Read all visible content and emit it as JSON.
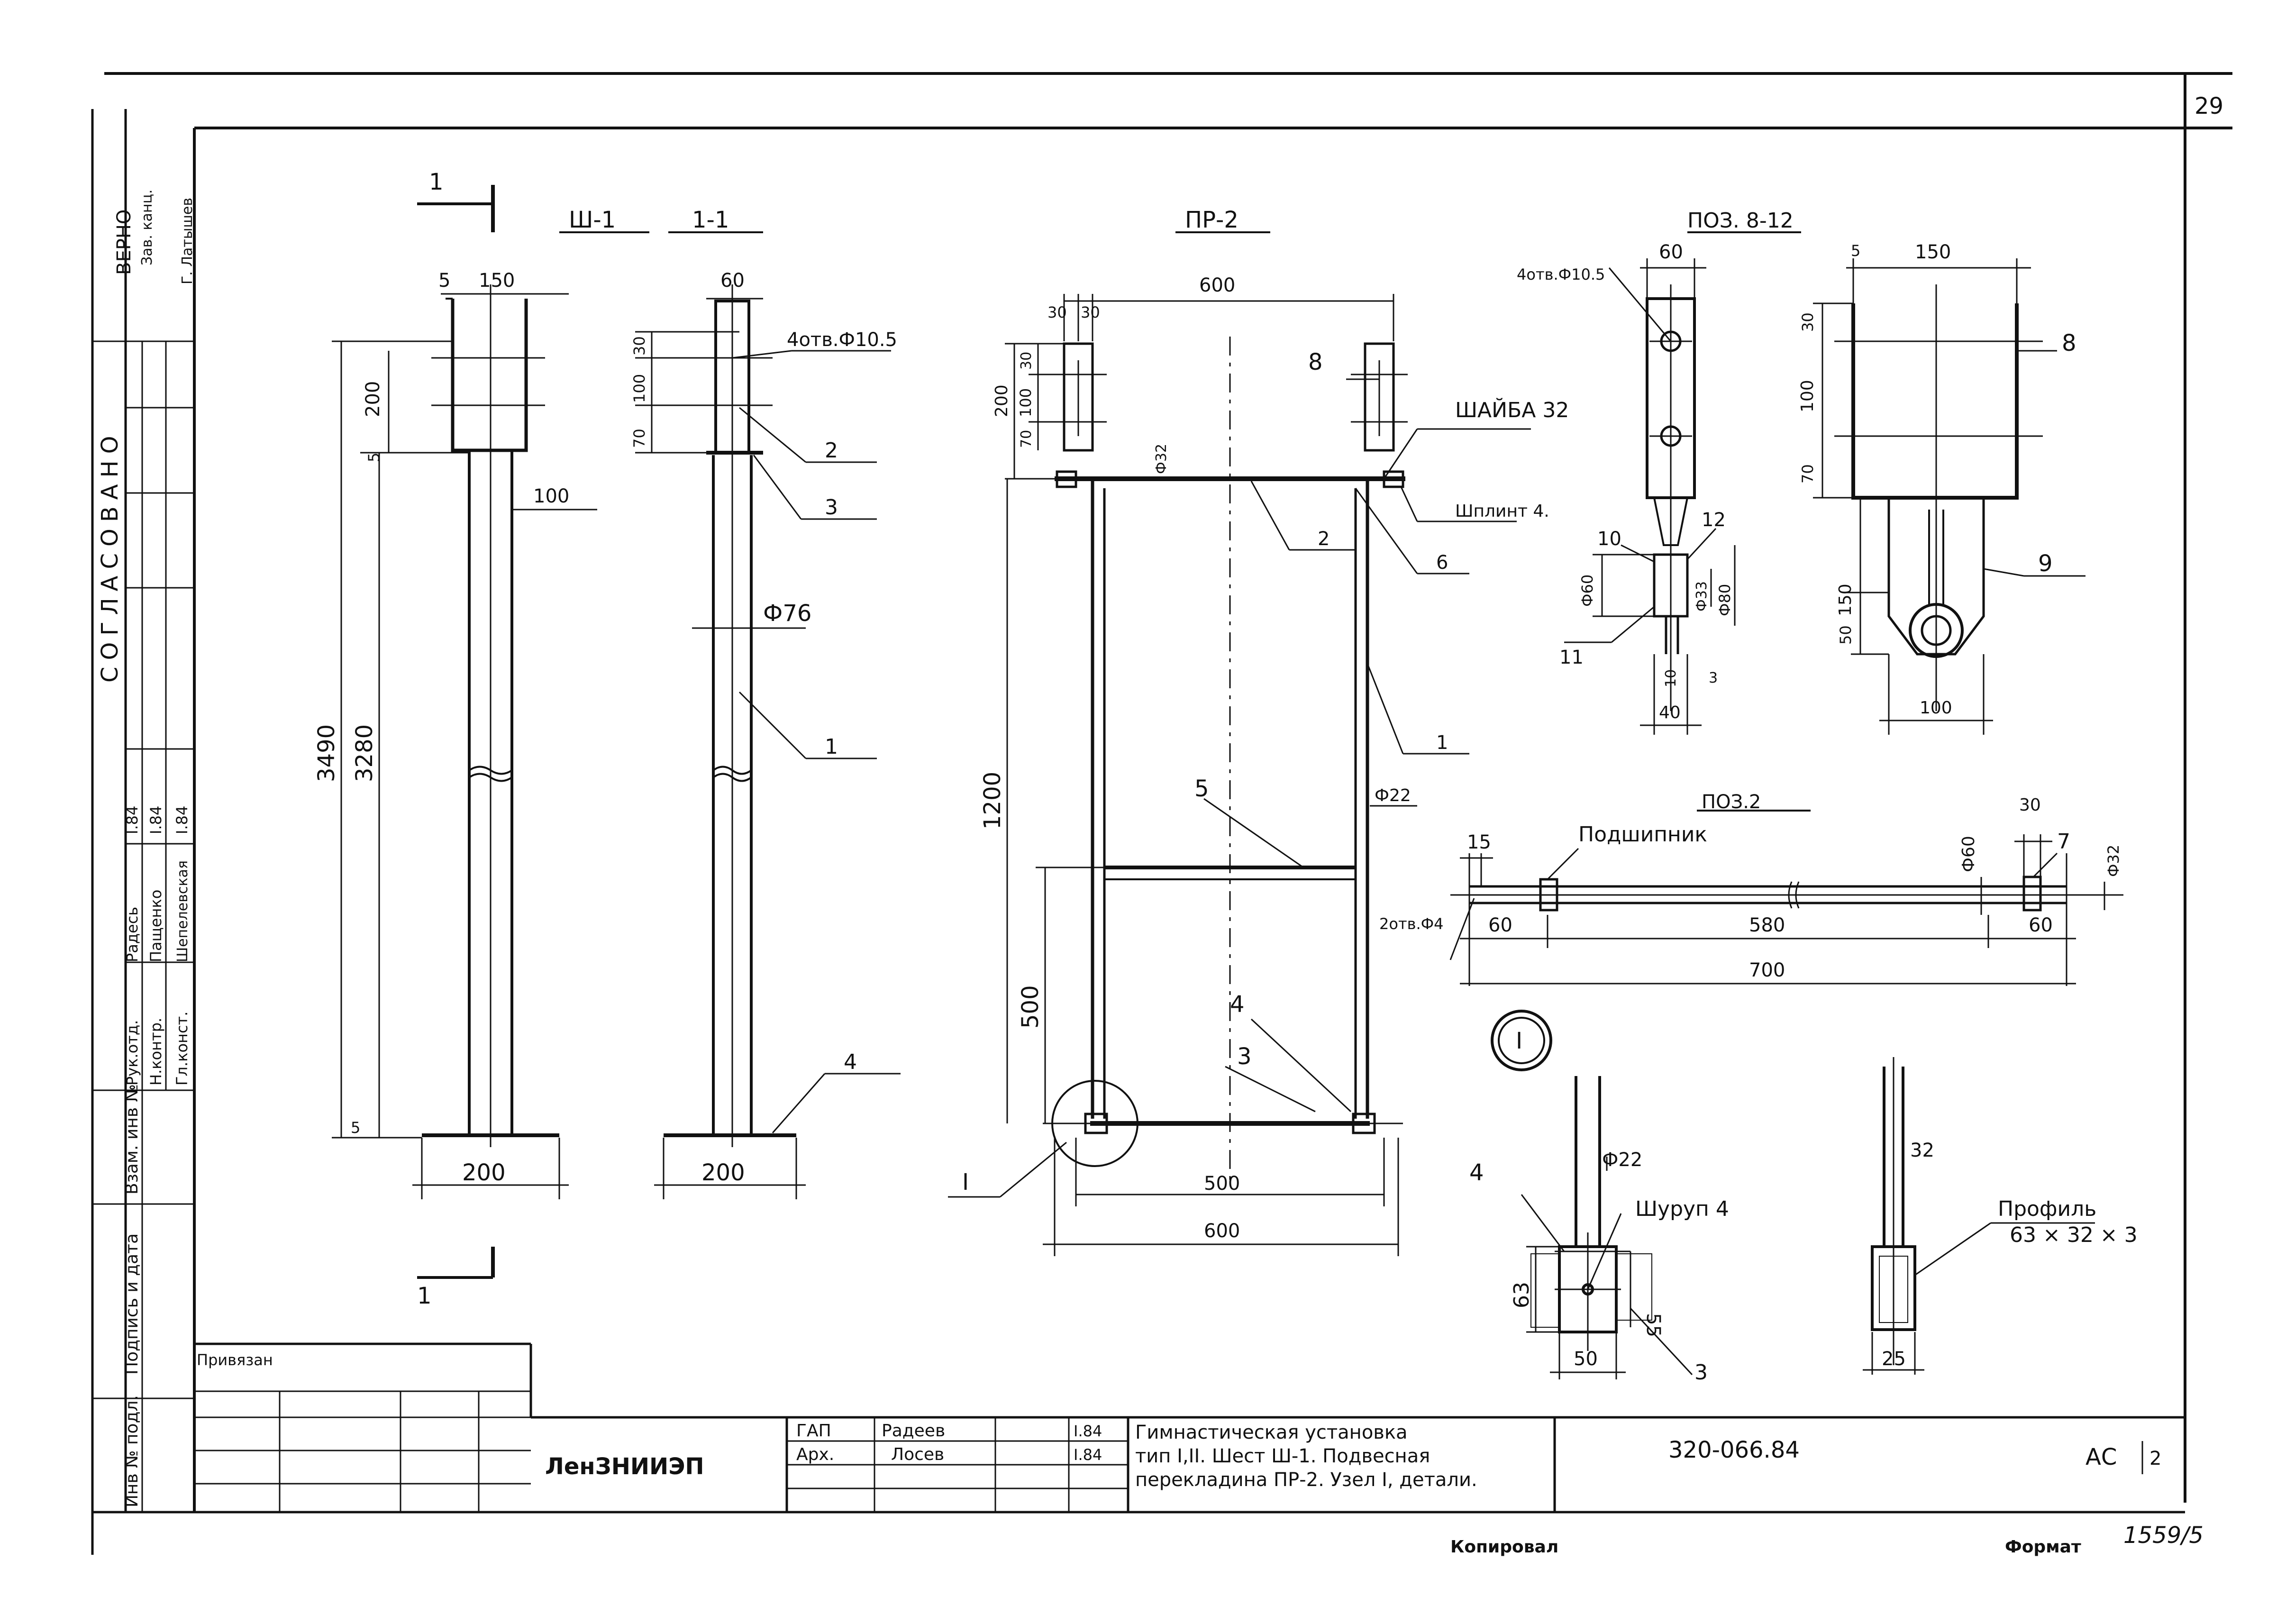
{
  "sheet": {
    "page_number": "29",
    "verification": [
      "ВЕРНО",
      "Зав. канц.",
      "Г. Латышев"
    ],
    "approval": "СОГЛАСОВАНО",
    "left_columns": [
      "Инв № подл.",
      "Подпись и дата",
      "Взам. инв №"
    ],
    "signatures": [
      {
        "role": "Рук.отд.",
        "name": "Радесь",
        "date": "I.84"
      },
      {
        "role": "Н.контр.",
        "name": "Пащенко",
        "date": "I.84"
      },
      {
        "role": "Гл.конст.",
        "name": "Шепелевская",
        "date": "I.84"
      }
    ]
  },
  "views": {
    "sh1": {
      "title": "Ш-1",
      "cut_label": "1",
      "dims": {
        "w150": "150",
        "s5a": "5",
        "h200": "200",
        "s5b": "5",
        "h3490": "3490",
        "h3280": "3280",
        "d100": "100",
        "s5c": "5",
        "w200": "200"
      }
    },
    "sec11": {
      "title": "1-1",
      "dims": {
        "w60": "60",
        "holes": "4отв.Ф10.5",
        "d30": "30",
        "d100": "100",
        "d70": "70",
        "phi76": "Ф76",
        "w200": "200"
      },
      "markers": [
        "2",
        "3",
        "1",
        "4"
      ]
    },
    "pr2": {
      "title": "ПР-2",
      "dims": {
        "w600": "600",
        "d30a": "30",
        "d30b": "30",
        "h200": "200",
        "h100": "100",
        "d30c": "30",
        "d70": "70",
        "phi32": "Ф32",
        "h1200": "1200",
        "h500": "500",
        "w500": "500",
        "w600b": "600",
        "phi22": "Ф22"
      },
      "markers": [
        "8",
        "2",
        "6",
        "1",
        "5",
        "4",
        "3"
      ],
      "notes": [
        "ШАЙБА 32",
        "Шплинт 4."
      ],
      "node": "I"
    },
    "poz8": {
      "title": "ПОЗ. 8-12",
      "dims": {
        "holes": "4отв.Ф10.5",
        "w60": "60",
        "w150": "150",
        "s5": "5",
        "d30": "30",
        "d100": "100",
        "d70": "70",
        "d150": "150",
        "d50": "50",
        "w100": "100",
        "w40": "40",
        "d3": "3",
        "d10": "10",
        "phi60": "Ф60",
        "phi33": "Ф33",
        "phi80": "Ф80"
      },
      "markers": [
        "8",
        "9",
        "10",
        "11",
        "12"
      ]
    },
    "poz2": {
      "title": "ПОЗ.2",
      "dims": {
        "d15": "15",
        "bearing": "Подшипник",
        "d30": "30",
        "phi60": "Ф60",
        "phi32": "Ф32",
        "holes": "2отв.Ф4",
        "d60a": "60",
        "d580": "580",
        "d60b": "60",
        "d700": "700"
      },
      "markers": [
        "7"
      ]
    },
    "node1": {
      "title": "I",
      "dims": {
        "phi22": "Ф22",
        "screw": "Шуруп 4",
        "d63": "63",
        "d55": "55",
        "d50": "50"
      },
      "markers": [
        "4",
        "3"
      ]
    },
    "profile": {
      "dims": {
        "d32": "32",
        "d25": "25"
      },
      "label_line1": "Профиль",
      "label_line2": "63 × 32 × 3"
    }
  },
  "title_block": {
    "privyazan": "Привязан",
    "org": "ЛенЗНИИЭП",
    "rows": [
      {
        "role": "ГАП",
        "name": "Радеев",
        "date": "I.84"
      },
      {
        "role": "Арх.",
        "name": "Лосев",
        "date": "I.84"
      }
    ],
    "title_lines": [
      "Гимнастическая установка",
      "тип I,II. Шест Ш-1. Подвесная",
      "перекладина ПР-2. Узел I, детали."
    ],
    "code": "320-066.84",
    "stage": "АС",
    "sheet_no": "2"
  },
  "footer": {
    "copied": "Копировал",
    "format_label": "Формат",
    "format_value": "1559/5"
  }
}
